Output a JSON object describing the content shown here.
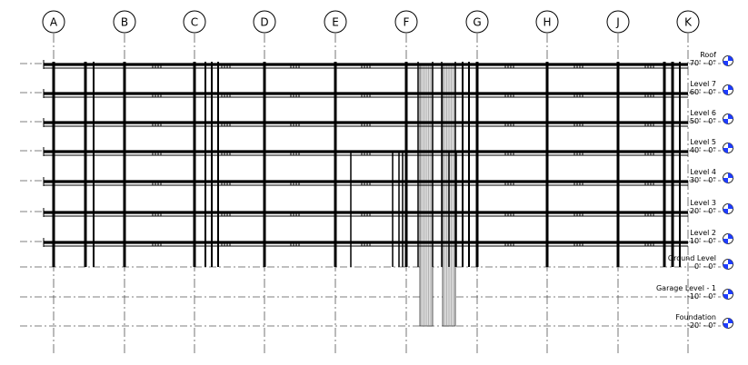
{
  "view": {
    "type": "building-elevation",
    "colors": {
      "ink": "#000000",
      "level_head_blue": "#1e3cff",
      "core_fill": "#dcdcdc"
    }
  },
  "grids": [
    {
      "label": "A"
    },
    {
      "label": "B"
    },
    {
      "label": "C"
    },
    {
      "label": "D"
    },
    {
      "label": "E"
    },
    {
      "label": "F"
    },
    {
      "label": "G"
    },
    {
      "label": "H"
    },
    {
      "label": "J"
    },
    {
      "label": "K"
    }
  ],
  "levels": [
    {
      "name": "Roof",
      "elevation": "70' - 0\""
    },
    {
      "name": "Level 7",
      "elevation": "60' - 0\""
    },
    {
      "name": "Level 6",
      "elevation": "50' - 0\""
    },
    {
      "name": "Level 5",
      "elevation": "40' - 0\""
    },
    {
      "name": "Level 4",
      "elevation": "30' - 0\""
    },
    {
      "name": "Level 3",
      "elevation": "20' - 0\""
    },
    {
      "name": "Level 2",
      "elevation": "10' - 0\""
    },
    {
      "name": "Ground Level",
      "elevation": "0' - 0\""
    },
    {
      "name": "Garage Level - 1",
      "elevation": "-10' - 0\""
    },
    {
      "name": "Foundation",
      "elevation": "-20' - 0\""
    }
  ]
}
